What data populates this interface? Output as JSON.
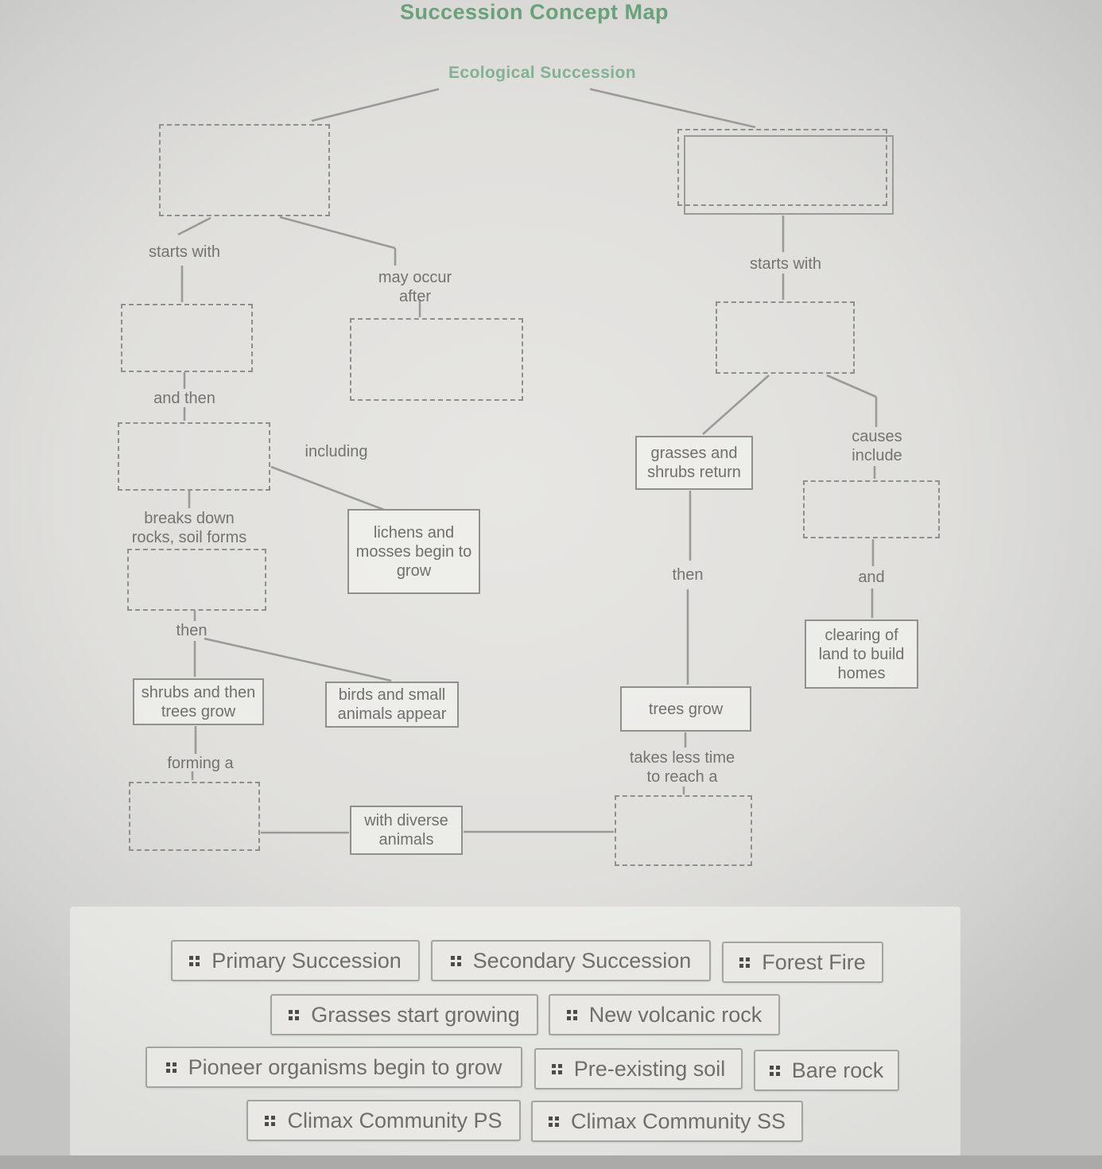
{
  "page": {
    "title": "Succession Concept Map",
    "root_label": "Ecological Succession"
  },
  "colors": {
    "title_green": "#69a17b",
    "root_green": "#84b093",
    "line_gray": "#9a9a97",
    "text_gray": "#6f6f6b",
    "tile_bg": "#e9e8e4"
  },
  "edge_labels": {
    "left_starts_with": "starts with",
    "may_occur_after": "may occur\nafter",
    "and_then": "and then",
    "including": "including",
    "breaks_down": "breaks down\nrocks, soil forms",
    "left_then": "then",
    "forming_a": "forming a",
    "right_starts_with": "starts with",
    "causes_include": "causes\ninclude",
    "right_then": "then",
    "and": "and",
    "takes_less_time": "takes less time\nto reach a"
  },
  "nodes": {
    "lichens": "lichens and\nmosses begin to\ngrow",
    "shrubs": "shrubs and then\ntrees grow",
    "birds": "birds and small\nanimals appear",
    "with_diverse": "with diverse\nanimals",
    "grasses_return": "grasses and\nshrubs return",
    "trees_grow": "trees grow",
    "clearing": "clearing of\nland to build\nhomes"
  },
  "tiles": [
    {
      "label": "Primary Succession"
    },
    {
      "label": "Secondary Succession"
    },
    {
      "label": "Forest Fire"
    },
    {
      "label": "Grasses start growing"
    },
    {
      "label": "New volcanic rock"
    },
    {
      "label": "Pioneer organisms begin to grow"
    },
    {
      "label": "Pre-existing soil"
    },
    {
      "label": "Bare rock"
    },
    {
      "label": "Climax Community PS"
    },
    {
      "label": "Climax Community SS"
    }
  ]
}
